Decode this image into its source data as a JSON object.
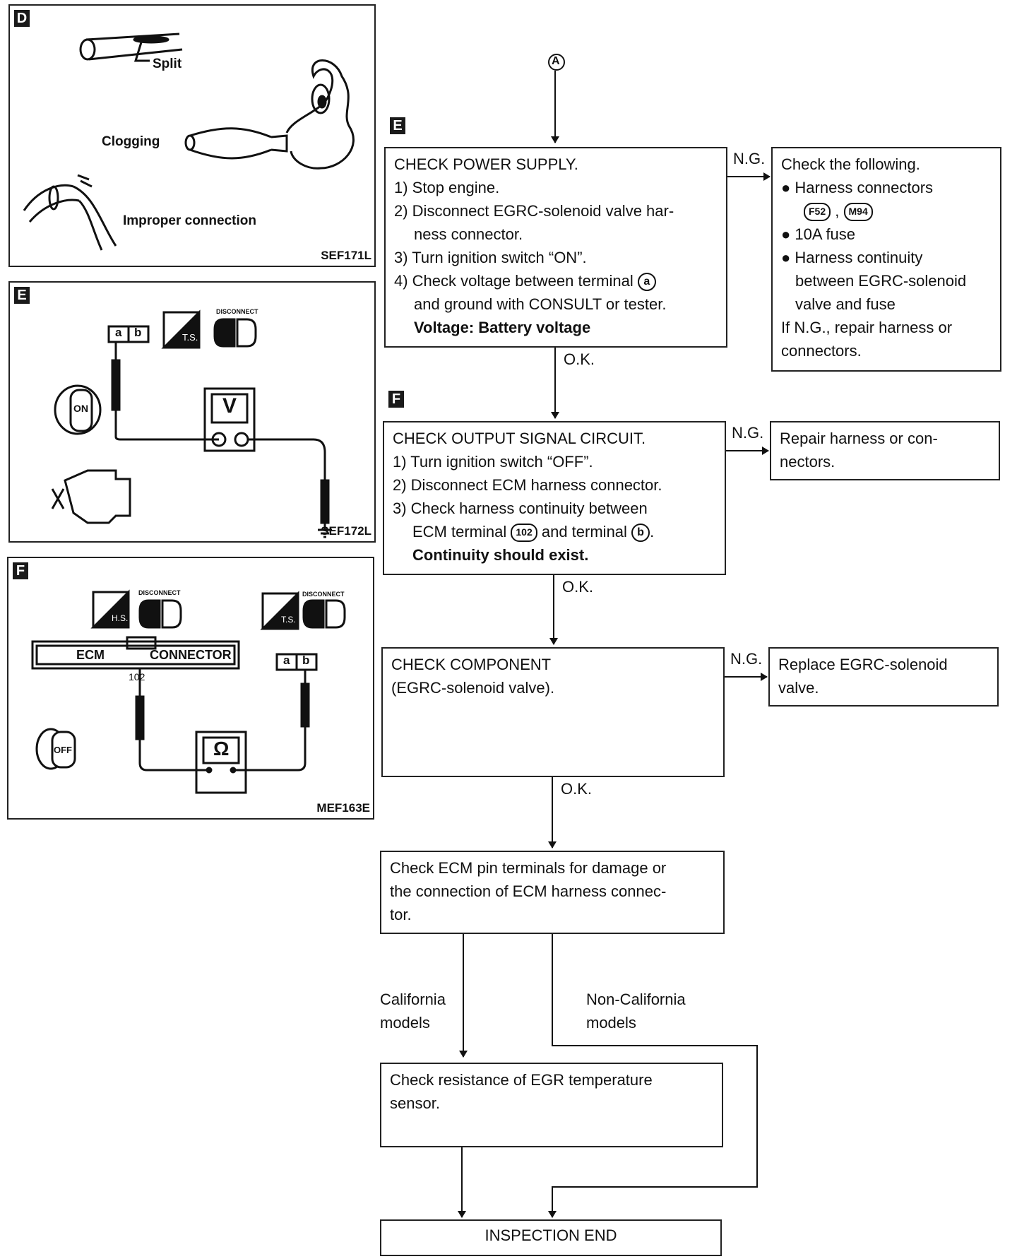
{
  "figures": {
    "d": {
      "tag": "D",
      "code": "SEF171L",
      "labels": {
        "split": "Split",
        "clogging": "Clogging",
        "improper": "Improper connection"
      }
    },
    "e": {
      "tag": "E",
      "code": "SEF172L",
      "labels": {
        "disconnect": "DISCONNECT",
        "ts": "T.S.",
        "on": "ON",
        "v": "V",
        "a": "a",
        "b": "b"
      }
    },
    "f": {
      "tag": "F",
      "code": "MEF163E",
      "labels": {
        "disconnect1": "DISCONNECT",
        "disconnect2": "DISCONNECT",
        "hs": "H.S.",
        "ts": "T.S.",
        "ecm": "ECM",
        "connector": "CONNECTOR",
        "pin": "102",
        "ohm": "Ω",
        "off": "OFF",
        "a": "a",
        "b": "b"
      }
    }
  },
  "flow": {
    "start_marker": "A",
    "step_e_tag": "E",
    "step_f_tag": "F",
    "power": {
      "title": "CHECK POWER SUPPLY.",
      "l1": "1) Stop engine.",
      "l2": "2) Disconnect EGRC-solenoid valve har-",
      "l2b": "ness connector.",
      "l3": "3) Turn ignition switch “ON”.",
      "l4": "4) Check voltage between terminal",
      "l4_term": "a",
      "l4b": "and ground with CONSULT or tester.",
      "l5": "Voltage: Battery voltage"
    },
    "power_ng": {
      "title": "Check the following.",
      "b1": "Harness connectors",
      "c1": "F52",
      "sep": ",",
      "c2": "M94",
      "b2": "10A fuse",
      "b3": "Harness continuity",
      "b3b": "between EGRC-solenoid",
      "b3c": "valve and fuse",
      "l5": "If N.G., repair harness or",
      "l6": "connectors."
    },
    "output": {
      "title": "CHECK OUTPUT SIGNAL CIRCUIT.",
      "l1": "1) Turn ignition switch “OFF”.",
      "l2": "2) Disconnect ECM harness connector.",
      "l3": "3) Check harness continuity between",
      "l3b": "ECM terminal",
      "l3_term1": "102",
      "l3c": "and terminal",
      "l3_term2": "b",
      "l4": "Continuity should exist."
    },
    "output_ng": {
      "l1": "Repair harness or con-",
      "l2": "nectors."
    },
    "component": {
      "l1": "CHECK COMPONENT",
      "l2": "(EGRC-solenoid valve)."
    },
    "component_ng": {
      "l1": "Replace EGRC-solenoid",
      "l2": "valve."
    },
    "ecm_pins": {
      "l1": "Check ECM pin terminals for damage or",
      "l2": "the connection of ECM harness connec-",
      "l3": "tor."
    },
    "california": {
      "l1": "California",
      "l2": "models"
    },
    "noncalifornia": {
      "l1": "Non-California",
      "l2": "models"
    },
    "egr_sensor": {
      "l1": "Check resistance of EGR temperature",
      "l2": "sensor."
    },
    "end": "INSPECTION END",
    "ng": "N.G.",
    "ok": "O.K."
  }
}
